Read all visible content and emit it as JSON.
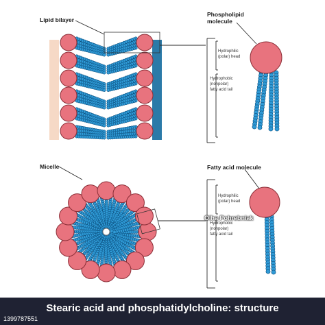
{
  "labels": {
    "lipid_bilayer": "Lipid bilayer",
    "phospholipid_molecule_line1": "Phospholipid",
    "phospholipid_molecule_line2": "molecule",
    "hydrophilic_head_1_line1": "Hydrophilic",
    "hydrophilic_head_1_line2": "(polar) head",
    "hydrophobic_tail_1_line1": "Hydrophobic",
    "hydrophobic_tail_1_line2": "(nonpolar)",
    "hydrophobic_tail_1_line3": "fatty acid tail",
    "micelle": "Micelle",
    "fatty_acid_molecule": "Fatty acid molecule",
    "hydrophilic_head_2_line1": "Hydrophilic",
    "hydrophilic_head_2_line2": "(polar) head",
    "hydrophobic_tail_2_line1": "Hydrophobic",
    "hydrophobic_tail_2_line2": "(nonpolar)",
    "hydrophobic_tail_2_line3": "fatty acid tail"
  },
  "caption": {
    "title": "Stearic acid and phosphatidylcholine: structure",
    "stock_id": "1399787551",
    "credit": "Olha Pohrebniak"
  },
  "colors": {
    "head_fill": "#e8737e",
    "head_stroke": "#8a2d36",
    "tail_fill": "#2f9ad6",
    "tail_stroke": "#0b4f7e",
    "membrane_left": "#f6d9c6",
    "membrane_right": "#2b7aa8",
    "caption_bar": "#1f2233"
  }
}
